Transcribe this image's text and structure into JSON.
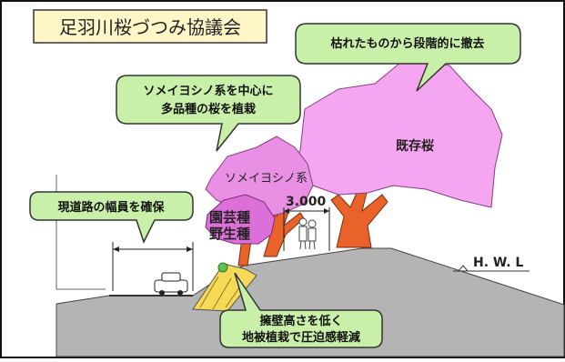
{
  "title": "足羽川桜づつみ協議会",
  "callouts": {
    "replace_dead": "枯れたものから段階的に撤去",
    "someiyoshino_line1": "ソメイヨシノ系を中心に",
    "someiyoshino_line2": "多品種の桜を植栽",
    "road_width": "現道路の幅員を確保",
    "wall_line1": "擁壁高さを低く",
    "wall_line2": "地被植栽で圧迫感軽減"
  },
  "labels": {
    "existing_cherry": "既存桜",
    "someiyoshino_tree": "ソメイヨシノ系",
    "garden_variety": "園芸種",
    "wild_variety": "野生種",
    "dimension": "3.000",
    "hwl": "H. W. L"
  },
  "colors": {
    "title_bg": "#fff6c8",
    "callout_bg": "#c9f0a8",
    "existing_canopy": "#f4a6f0",
    "someiyoshino_canopy": "#e990e4",
    "garden_canopy": "#dd6fd9",
    "trunk": "#e8622a",
    "ground": "#b4b4b4",
    "wall": "#f6d957"
  }
}
